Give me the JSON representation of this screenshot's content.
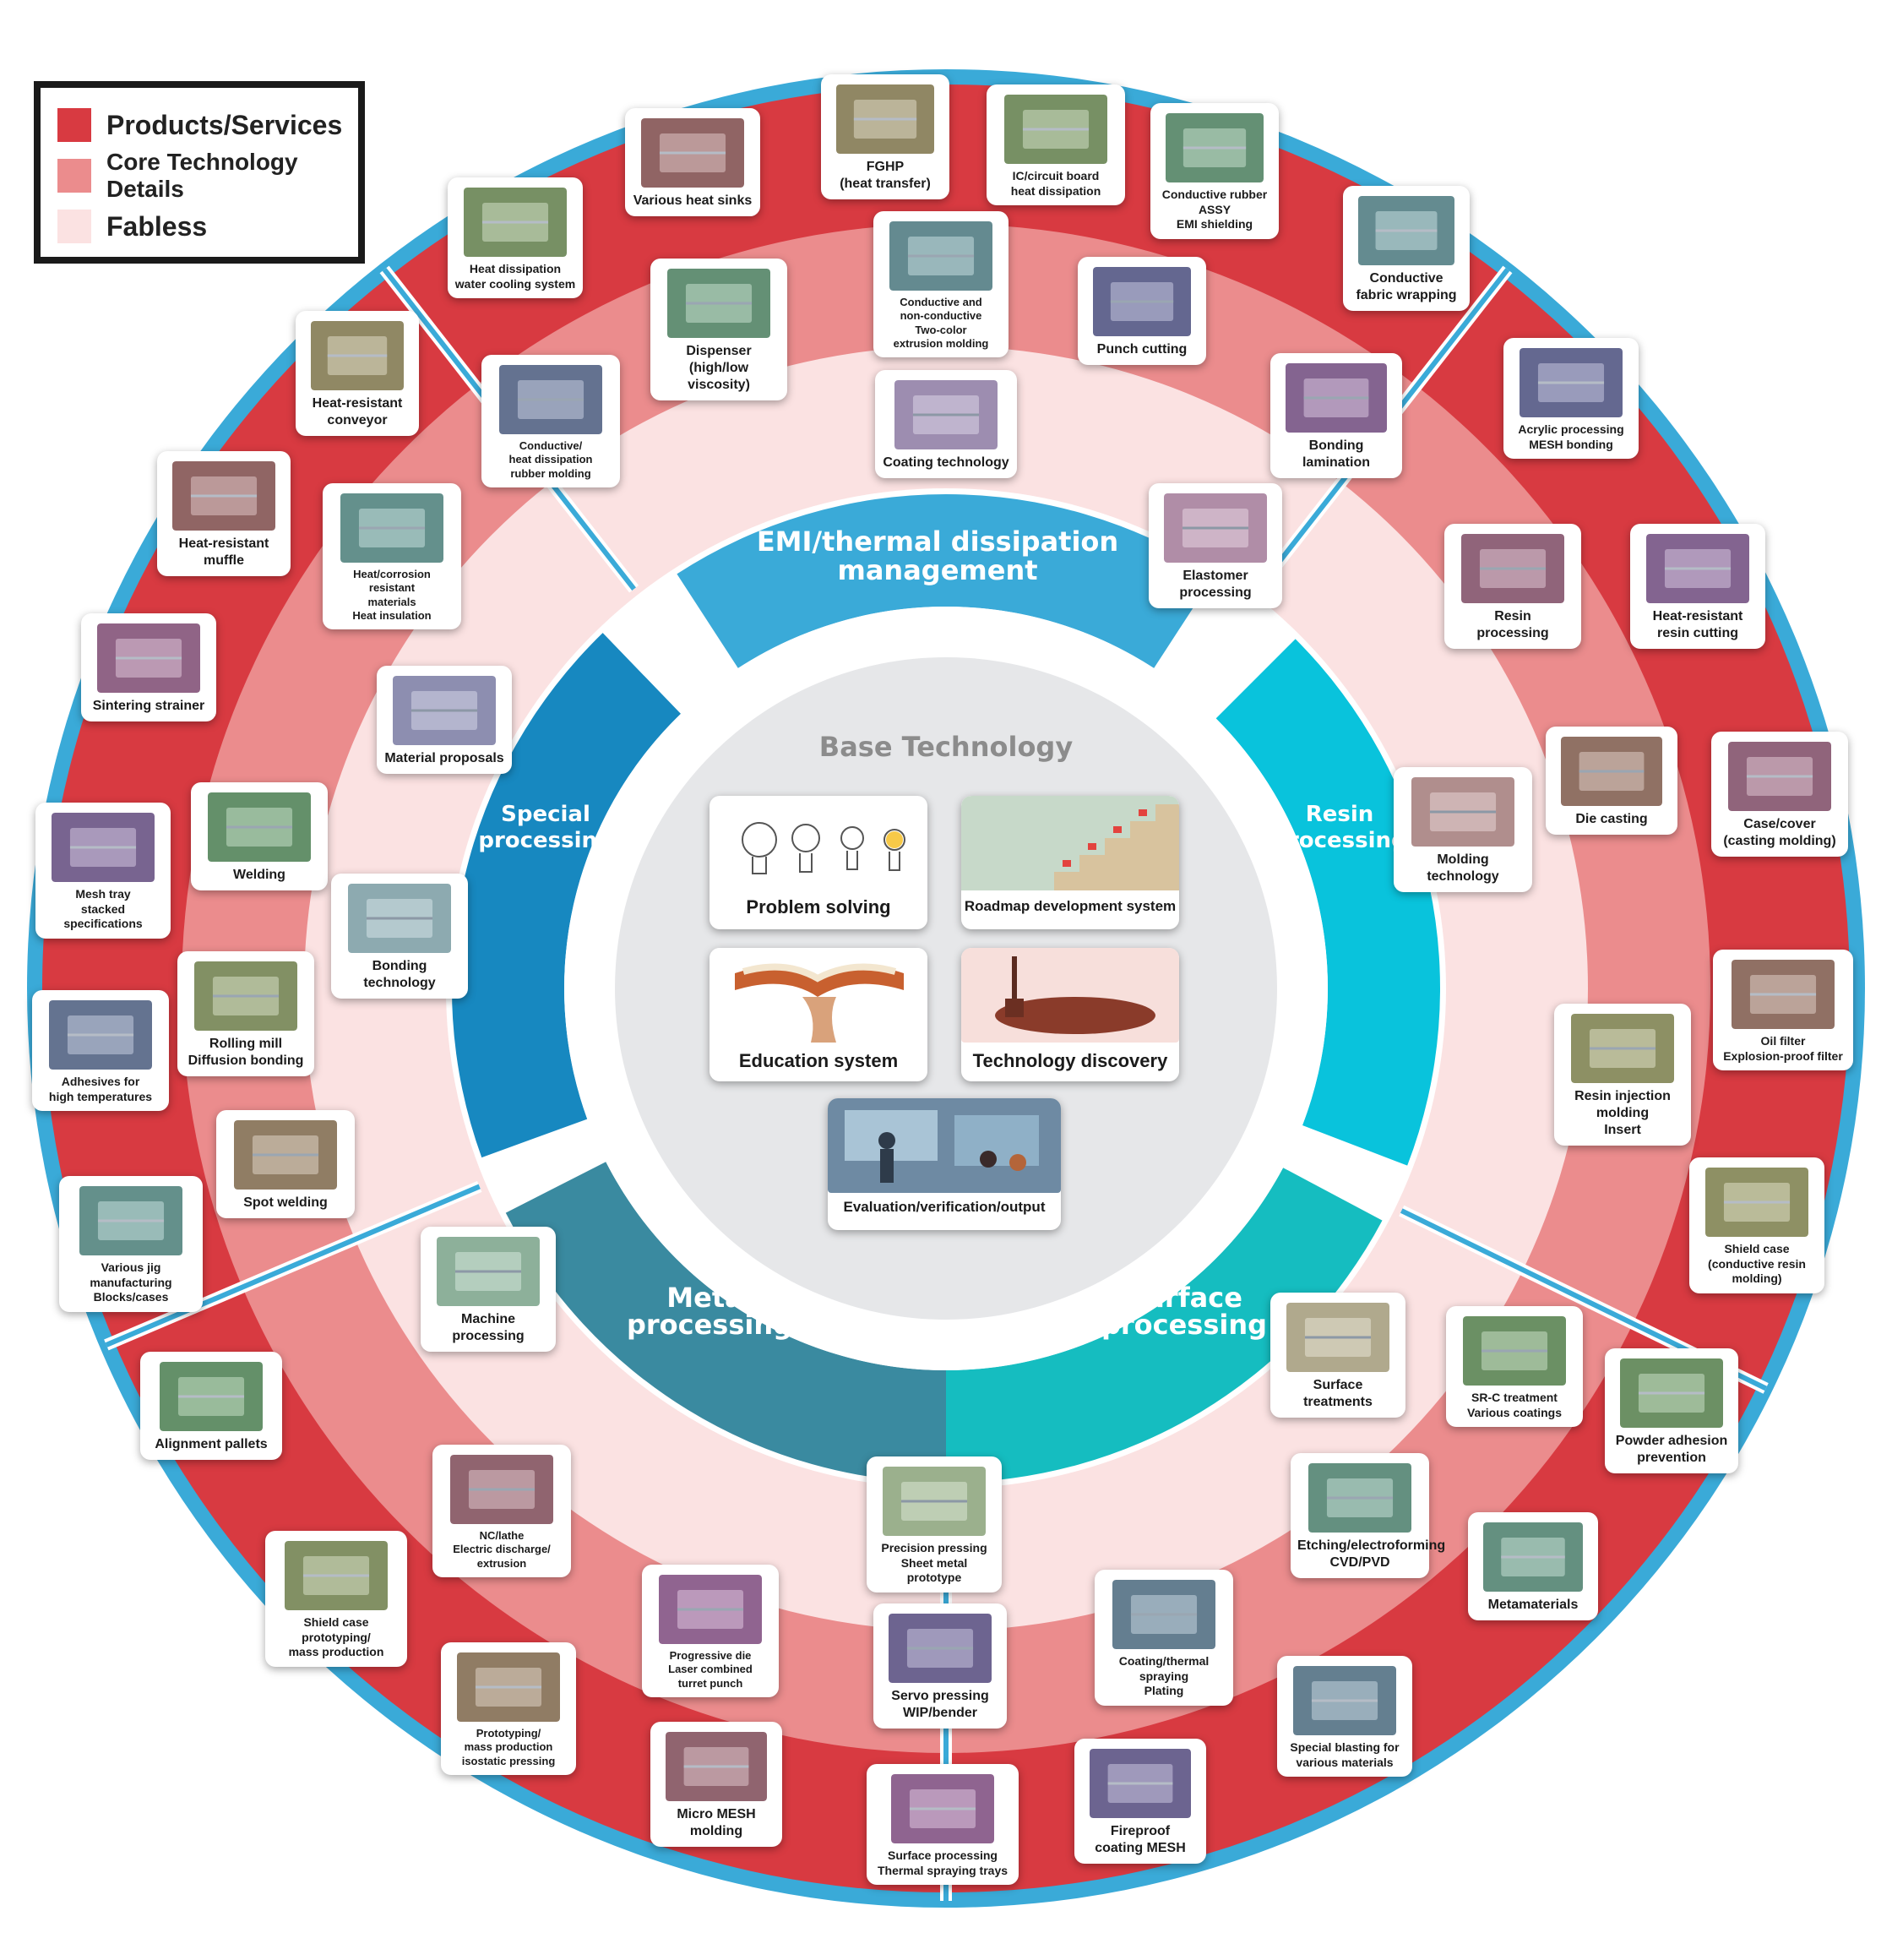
{
  "legend": {
    "items": [
      {
        "label": "Products/Services",
        "color": "#d83a41"
      },
      {
        "label": "Core Technology Details",
        "color": "#eb8c8d"
      },
      {
        "label": "Fabless",
        "color": "#fbe2e2"
      }
    ]
  },
  "center": {
    "title": "Base Technology",
    "items": [
      {
        "label": "Problem solving",
        "icon": "lightbulb-icon"
      },
      {
        "label": "Roadmap development system",
        "icon": "staircase-flags-icon"
      },
      {
        "label": "Education system",
        "icon": "open-book-icon"
      },
      {
        "label": "Technology discovery",
        "icon": "shovel-dig-icon"
      },
      {
        "label": "Evaluation/verification/output",
        "icon": "meeting-icon"
      }
    ]
  },
  "sectors": [
    {
      "label": "EMI/thermal dissipation\nmanagement",
      "color": "#3aaad8"
    },
    {
      "label": "Resin\nprocessing",
      "color": "#09c3dc"
    },
    {
      "label": "Surface\nprocessing",
      "color": "#15bdc0"
    },
    {
      "label": "Metal\nprocessing",
      "color": "#3a8aa0"
    },
    {
      "label": "Special\nprocessing",
      "color": "#1788c0"
    }
  ],
  "items": [
    {
      "label": "Various heat sinks",
      "ring": "products",
      "icon": "heat-sink-photo"
    },
    {
      "label": "FGHP\n(heat transfer)",
      "ring": "products",
      "icon": "heat-pipe-photo"
    },
    {
      "label": "IC/circuit board\nheat dissipation",
      "ring": "products",
      "icon": "circuit-board-photo"
    },
    {
      "label": "Conductive rubber ASSY\nEMI shielding",
      "ring": "products",
      "icon": "rubber-assy-photo"
    },
    {
      "label": "Conductive\nfabric wrapping",
      "ring": "products",
      "icon": "fabric-photo"
    },
    {
      "label": "Acrylic processing\nMESH bonding",
      "ring": "products",
      "icon": "acrylic-photo"
    },
    {
      "label": "Heat-resistant\nresin cutting",
      "ring": "products",
      "icon": "resin-cut-photo"
    },
    {
      "label": "Case/cover\n(casting molding)",
      "ring": "products",
      "icon": "casting-photo"
    },
    {
      "label": "Oil filter\nExplosion-proof filter",
      "ring": "products",
      "icon": "oil-filter-photo"
    },
    {
      "label": "Shield case\n(conductive resin molding)",
      "ring": "products",
      "icon": "shield-case-photo"
    },
    {
      "label": "Powder adhesion\nprevention",
      "ring": "products",
      "icon": "funnel-photo"
    },
    {
      "label": "Metamaterials",
      "ring": "products",
      "icon": "metamaterial-photo"
    },
    {
      "label": "Special blasting for\nvarious materials",
      "ring": "products",
      "icon": "blasting-photo"
    },
    {
      "label": "Fireproof\ncoating MESH",
      "ring": "products",
      "icon": "fireproof-photo"
    },
    {
      "label": "Surface processing\nThermal spraying trays",
      "ring": "products",
      "icon": "tray-photo"
    },
    {
      "label": "Micro MESH\nmolding",
      "ring": "products",
      "icon": "micro-mesh-photo"
    },
    {
      "label": "Prototyping/\nmass production\nisostatic pressing",
      "ring": "products",
      "icon": "isostatic-photo"
    },
    {
      "label": "Shield case prototyping/\nmass production",
      "ring": "products",
      "icon": "shield-proto-photo"
    },
    {
      "label": "Alignment pallets",
      "ring": "products",
      "icon": "pallet-photo"
    },
    {
      "label": "Various jig manufacturing\nBlocks/cases",
      "ring": "products",
      "icon": "jig-photo"
    },
    {
      "label": "Adhesives for\nhigh temperatures",
      "ring": "products",
      "icon": "adhesive-photo"
    },
    {
      "label": "Mesh tray\nstacked specifications",
      "ring": "products",
      "icon": "mesh-tray-photo"
    },
    {
      "label": "Sintering strainer",
      "ring": "products",
      "icon": "strainer-photo"
    },
    {
      "label": "Heat-resistant muffle",
      "ring": "products",
      "icon": "muffle-photo"
    },
    {
      "label": "Heat-resistant\nconveyor",
      "ring": "products",
      "icon": "conveyor-photo"
    },
    {
      "label": "Heat dissipation\nwater cooling system",
      "ring": "products",
      "icon": "water-cooling-photo"
    },
    {
      "label": "Dispenser\n(high/low viscosity)",
      "ring": "core",
      "icon": "dispenser-photo"
    },
    {
      "label": "Conductive and\nnon-conductive\nTwo-color\nextrusion molding",
      "ring": "core",
      "icon": "extrusion-photo"
    },
    {
      "label": "Punch cutting",
      "ring": "core",
      "icon": "punch-cut-photo"
    },
    {
      "label": "Bonding\nlamination",
      "ring": "core",
      "icon": "lamination-photo"
    },
    {
      "label": "Resin\nprocessing",
      "ring": "core",
      "icon": "resin-photo"
    },
    {
      "label": "Die casting",
      "ring": "core",
      "icon": "die-casting-photo"
    },
    {
      "label": "Resin injection molding\nInsert",
      "ring": "core",
      "icon": "injection-photo"
    },
    {
      "label": "SR-C treatment\nVarious coatings",
      "ring": "core",
      "icon": "coating-photo"
    },
    {
      "label": "Etching/electroforming\nCVD/PVD",
      "ring": "core",
      "icon": "etching-photo"
    },
    {
      "label": "Coating/thermal spraying\nPlating",
      "ring": "core",
      "icon": "spraying-photo"
    },
    {
      "label": "Servo pressing\nWIP/bender",
      "ring": "core",
      "icon": "servo-photo"
    },
    {
      "label": "Progressive die\nLaser combined\nturret punch",
      "ring": "core",
      "icon": "die-photo"
    },
    {
      "label": "NC/lathe\nElectric discharge/\nextrusion",
      "ring": "core",
      "icon": "lathe-photo"
    },
    {
      "label": "Spot welding",
      "ring": "core",
      "icon": "spot-weld-photo"
    },
    {
      "label": "Rolling mill\nDiffusion bonding",
      "ring": "core",
      "icon": "rolling-photo"
    },
    {
      "label": "Welding",
      "ring": "core",
      "icon": "welding-photo"
    },
    {
      "label": "Heat/corrosion resistant\nmaterials\nHeat insulation",
      "ring": "core",
      "icon": "insulation-photo"
    },
    {
      "label": "Conductive/\nheat dissipation\nrubber molding",
      "ring": "core",
      "icon": "rubber-photo"
    },
    {
      "label": "Coating technology",
      "ring": "fabless",
      "icon": "coating-tech-photo"
    },
    {
      "label": "Elastomer processing",
      "ring": "fabless",
      "icon": "elastomer-photo"
    },
    {
      "label": "Molding technology",
      "ring": "fabless",
      "icon": "molding-photo"
    },
    {
      "label": "Surface treatments",
      "ring": "fabless",
      "icon": "pcb-photo"
    },
    {
      "label": "Precision pressing\nSheet metal prototype",
      "ring": "fabless",
      "icon": "pressing-photo"
    },
    {
      "label": "Machine processing",
      "ring": "fabless",
      "icon": "machine-photo"
    },
    {
      "label": "Bonding technology",
      "ring": "fabless",
      "icon": "bonding-photo"
    },
    {
      "label": "Material proposals",
      "ring": "fabless",
      "icon": "materials-photo"
    }
  ]
}
